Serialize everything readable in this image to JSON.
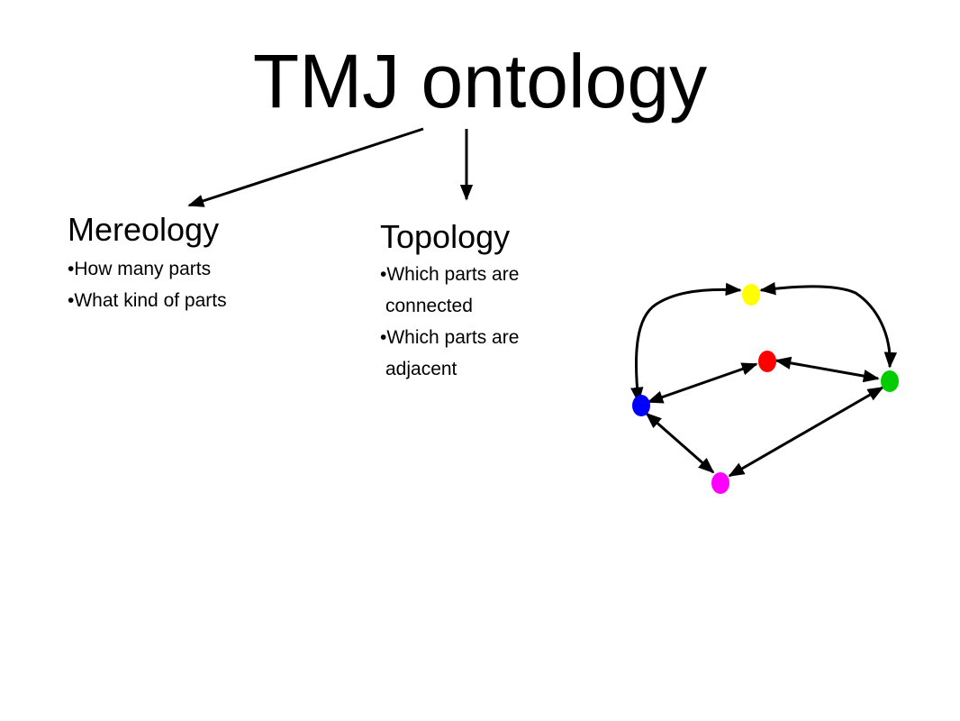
{
  "slide": {
    "title": "TMJ ontology"
  },
  "mereology": {
    "heading": "Mereology",
    "bullet_glyph": "•",
    "items": [
      "How many parts",
      "What kind of parts"
    ]
  },
  "topology": {
    "heading": "Topology",
    "bullet_glyph": "•",
    "items": [
      {
        "line1": "Which parts are",
        "line2": "connected"
      },
      {
        "line1": "Which parts are",
        "line2": "adjacent"
      }
    ]
  },
  "graph": {
    "node_colors": {
      "yellow": "#ffff00",
      "red": "#ff0000",
      "green": "#00cc00",
      "blue": "#0000ff",
      "magenta": "#ff00ff"
    },
    "edge_color": "#000000",
    "edges": [
      {
        "from": "blue",
        "to": "yellow"
      },
      {
        "from": "yellow",
        "to": "green"
      },
      {
        "from": "blue",
        "to": "red"
      },
      {
        "from": "red",
        "to": "green"
      },
      {
        "from": "blue",
        "to": "magenta"
      },
      {
        "from": "magenta",
        "to": "green"
      }
    ]
  }
}
